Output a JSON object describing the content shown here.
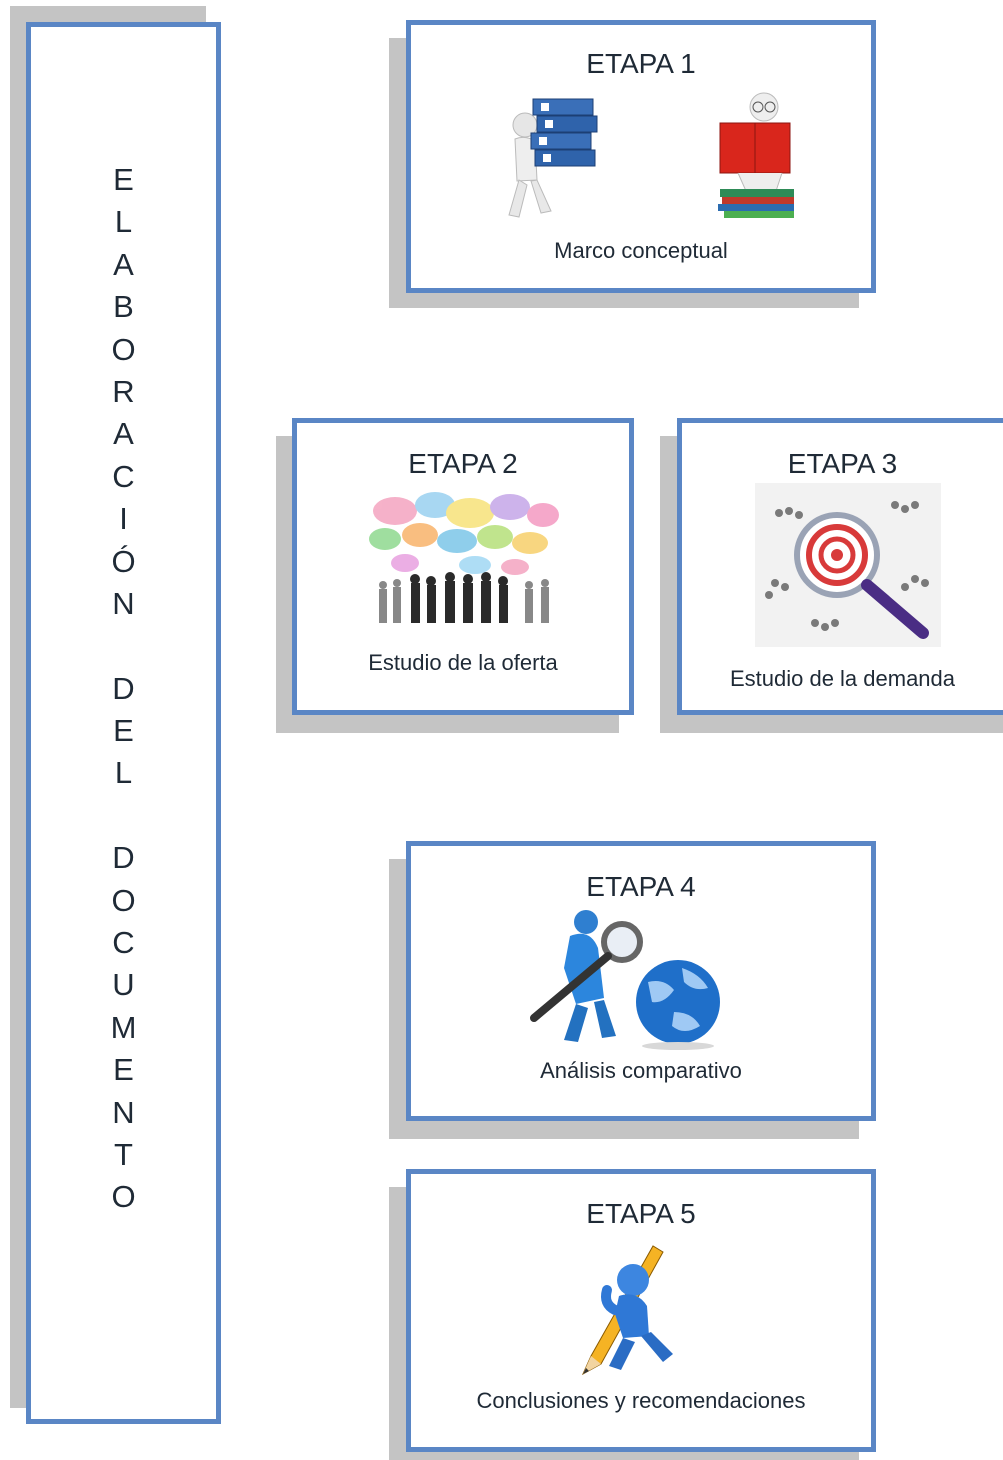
{
  "banner": {
    "letters": [
      "E",
      "L",
      "A",
      "B",
      "O",
      "R",
      "A",
      "C",
      "I",
      "Ó",
      "N",
      "",
      "D",
      "E",
      "L",
      "",
      "D",
      "O",
      "C",
      "U",
      "M",
      "E",
      "N",
      "T",
      "O"
    ]
  },
  "stages": [
    {
      "title": "ETAPA 1",
      "caption": "Marco conceptual"
    },
    {
      "title": "ETAPA 2",
      "caption": "Estudio de la oferta"
    },
    {
      "title": "ETAPA 3",
      "caption": "Estudio de la demanda"
    },
    {
      "title": "ETAPA 4",
      "caption": "Análisis comparativo"
    },
    {
      "title": "ETAPA 5",
      "caption": "Conclusiones y recomendaciones"
    }
  ],
  "colors": {
    "border": "#5a86c5",
    "shadow": "#c4c4c4",
    "text": "#1f2a36"
  }
}
